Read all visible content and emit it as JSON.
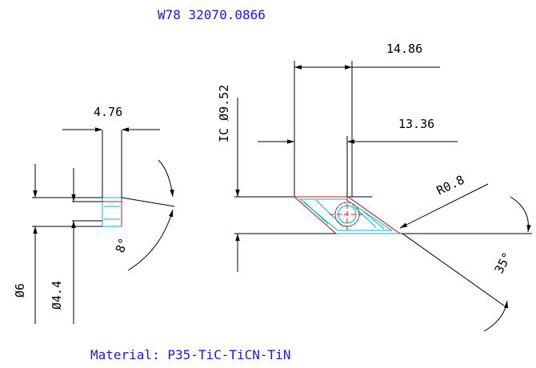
{
  "header": {
    "part_code": "W78 32070.0866"
  },
  "footer": {
    "material": "Material: P35-TiC-TiCN-TiN"
  },
  "dimensions": {
    "thickness": "4.76",
    "angle_side": "8°",
    "hole_outer": "Ø6",
    "hole_inner": "Ø4.4",
    "ic": "IC Ø9.52",
    "length_top": "14.86",
    "length_inner": "13.36",
    "corner_radius": "R0.8",
    "corner_angle": "35°"
  },
  "colors": {
    "blue_text": "#1a1adc",
    "cyan": "#00b8c8",
    "red": "#e01010"
  }
}
